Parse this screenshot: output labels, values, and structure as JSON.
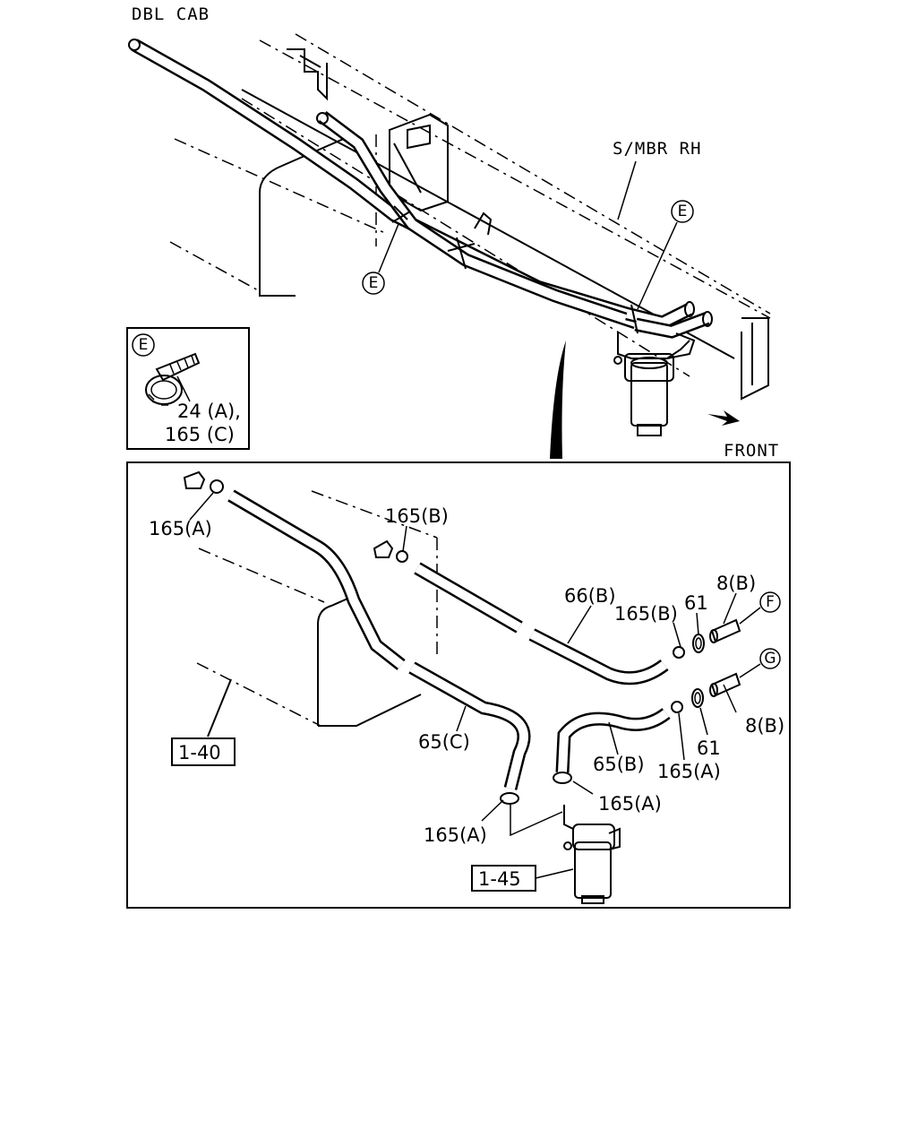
{
  "header": {
    "title": "DBL CAB"
  },
  "top_view": {
    "member_label": "S/MBR RH",
    "front_label": "FRONT",
    "callouts": [
      "E",
      "E"
    ]
  },
  "inset_e": {
    "letter": "E",
    "part_line1": "24 (A),",
    "part_line2": "165 (C)"
  },
  "detail": {
    "parts": {
      "clamp_165a_top": "165(A)",
      "clamp_165b_top": "165(B)",
      "hose_66b": "66(B)",
      "clamp_165b_right": "165(B)",
      "joint_61_top": "61",
      "pipe_8b_top": "8(B)",
      "callout_f": "F",
      "callout_g": "G",
      "pipe_8b_bottom": "8(B)",
      "joint_61_bottom": "61",
      "hose_65c": "65(C)",
      "hose_65b": "65(B)",
      "clamp_165a_right": "165(A)",
      "clamp_165a_mid": "165(A)",
      "clamp_165a_left": "165(A)"
    },
    "refs": {
      "tank": "1-40",
      "filter": "1-45"
    }
  }
}
